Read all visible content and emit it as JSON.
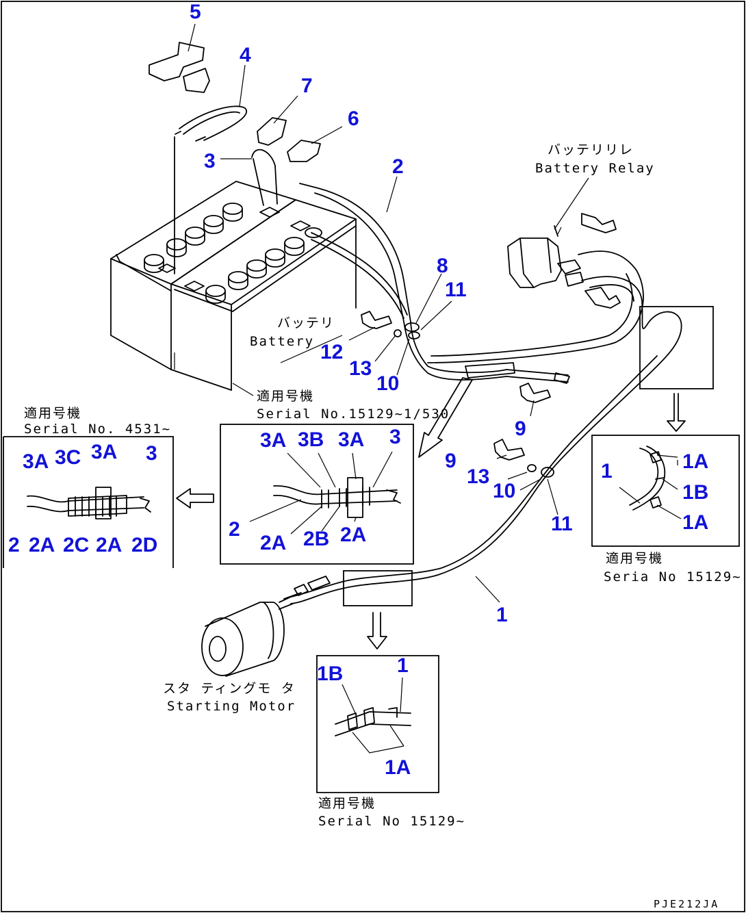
{
  "callouts": {
    "n1": "1",
    "n2": "2",
    "n3": "3",
    "n4": "4",
    "n5": "5",
    "n6": "6",
    "n7": "7",
    "n8": "8",
    "n9": "9",
    "n10": "10",
    "n11": "11",
    "n12": "12",
    "n13": "13",
    "n2_lower": "2",
    "n9_lower": "9",
    "n10_lower": "10",
    "n11_lower": "11",
    "n13_lower": "13"
  },
  "labels": {
    "battery_jp": "バッテリ",
    "battery_en": "Battery",
    "relay_jp": "バッテリリレ",
    "relay_en": "Battery Relay",
    "motor_jp": "スタ ティングモ タ",
    "motor_en": "Starting Motor"
  },
  "detail_left": {
    "serial_jp": "適用号機",
    "serial_en": "Serial No. 4531~",
    "top": [
      "3A",
      "3C",
      "3A",
      "3"
    ],
    "bottom": [
      "2",
      "2A",
      "2C",
      "2A",
      "2D"
    ]
  },
  "detail_mid": {
    "serial_jp": "適用号機",
    "serial_en": "Serial No.15129~1/530",
    "top": [
      "3A",
      "3B",
      "3A",
      "3"
    ],
    "bottom": [
      "2",
      "2A",
      "2B",
      "2A"
    ]
  },
  "detail_right": {
    "serial_jp": "適用号機",
    "serial_en": "Seria  No 15129~",
    "labels": [
      "1A",
      "1",
      "1B",
      "1A"
    ]
  },
  "detail_bottom": {
    "serial_jp": "適用号機",
    "serial_en": "Serial No 15129~",
    "labels": [
      "1B",
      "1",
      "1A"
    ]
  },
  "figure_code": "PJE212JA",
  "colors": {
    "callout": "#1212d8",
    "line": "#000000"
  }
}
